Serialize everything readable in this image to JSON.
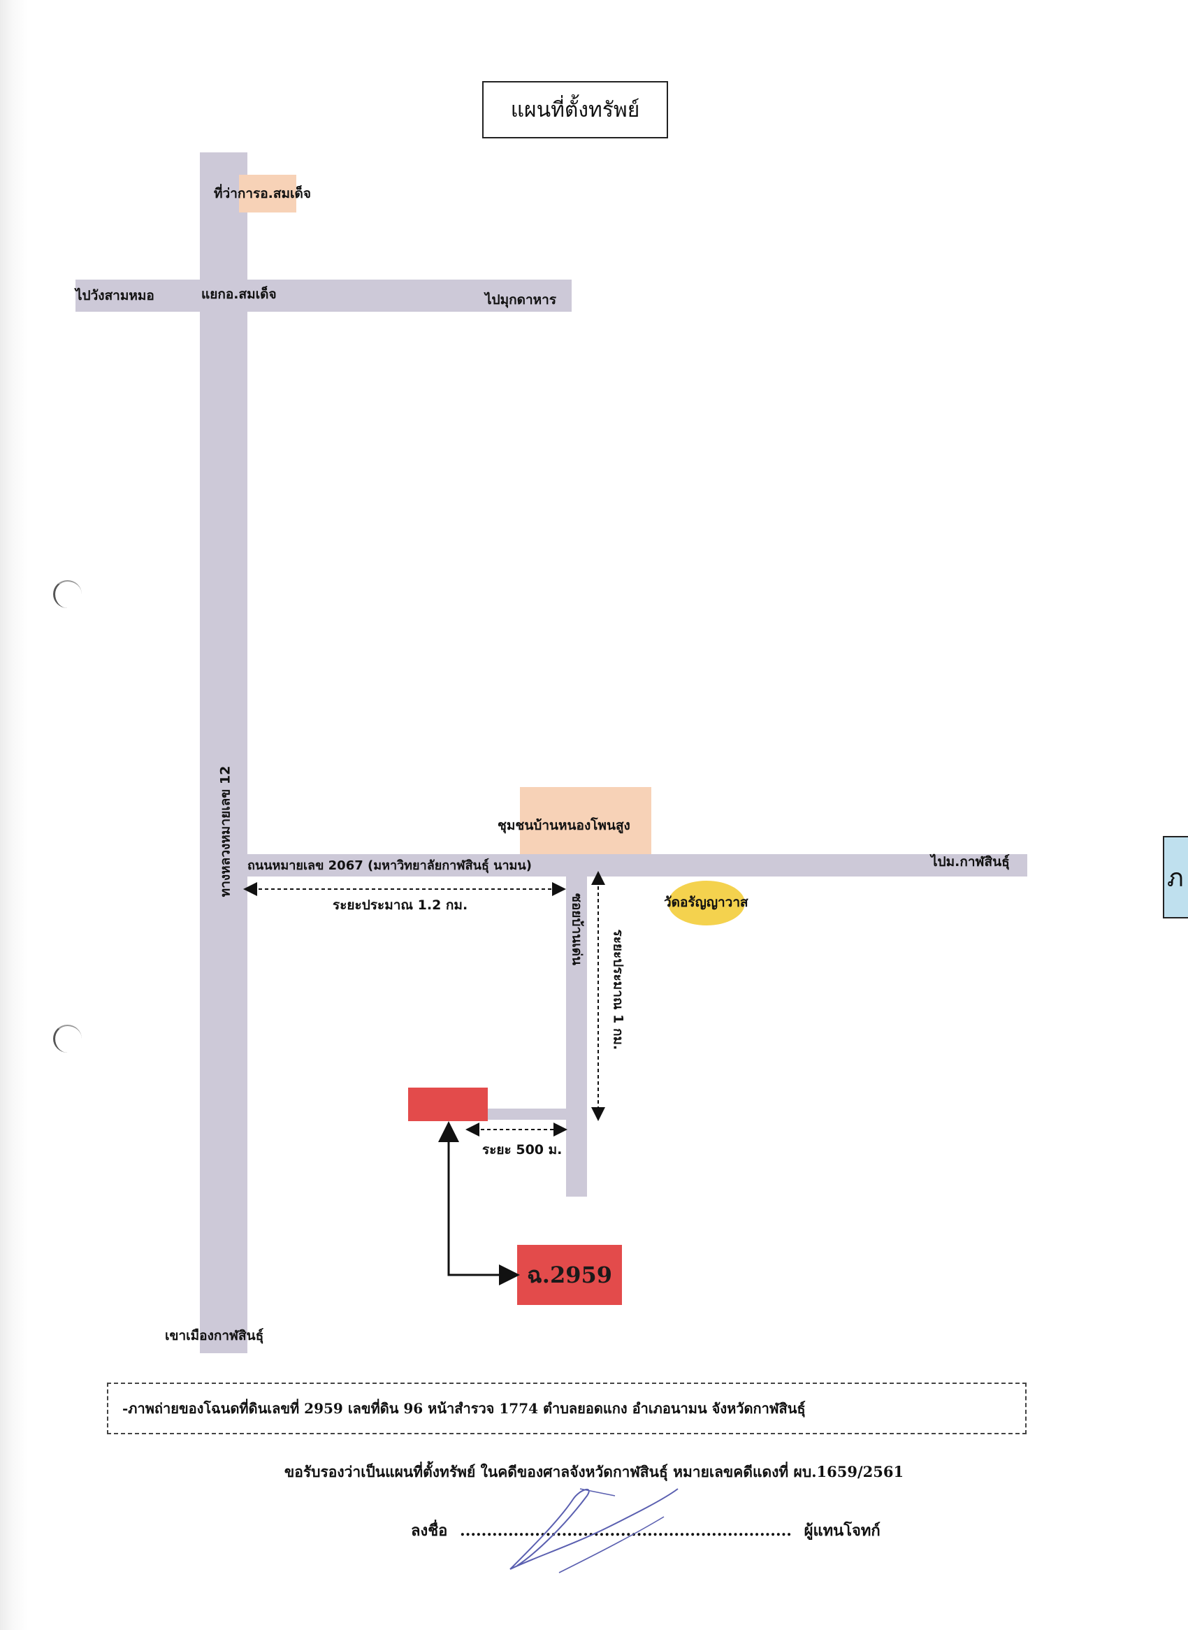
{
  "title": "แผนที่ตั้งทรัพย์",
  "labels": {
    "district_office": "ที่ว่าการอ.สมเด็จ",
    "junction": "แยกอ.สมเด็จ",
    "to_wang_sam_mo": "ไปวังสามหมอ",
    "to_mukdahan": "ไปมุกดาหาร",
    "highway_12": "ทางหลวงหมายเลข 12",
    "to_kalasin_city": "เขาเมืองกาฬสินธุ์",
    "community": "ชุมชนบ้านหนองโพนสูง",
    "road_2067": "ถนนหมายเลข 2067 (มหาวิทยาลัยกาฬสินธุ์ นามน)",
    "to_kalasin_province": "ไปม.กาฬสินธุ์",
    "temple": "วัดอรัญญาวาส",
    "distance_1_2km": "ระยะประมาณ  1.2 กม.",
    "local_road": "ซอยบ้านเด่น",
    "distance_1km": "ระยะประมาณ 1 กม.",
    "distance_500m": "ระยะ 500 ม.",
    "deed": "ฉ.2959"
  },
  "colors": {
    "road": "#cdc9d8",
    "landmark": "#f7d2b7",
    "temple": "#f4d24e",
    "property": "#e34b4b"
  },
  "footer": {
    "deed_note": "-ภาพถ่ายของโฉนดที่ดินเลขที่  2959  เลขที่ดิน  96  หน้าสำรวจ  1774  ตำบลยอดแกง  อำเภอนามน  จังหวัดกาฬสินธุ์",
    "certification": "ขอรับรองว่าเป็นแผนที่ตั้งทรัพย์  ในคดีของศาลจังหวัดกาฬสินธุ์ หมายเลขคดีแดงที่  ผบ.1659/2561",
    "sign_label": "ลงชื่อ",
    "sign_dots": "..............................................................",
    "sign_role": "ผู้แทนโจทก์"
  },
  "side_tab": "ภ"
}
